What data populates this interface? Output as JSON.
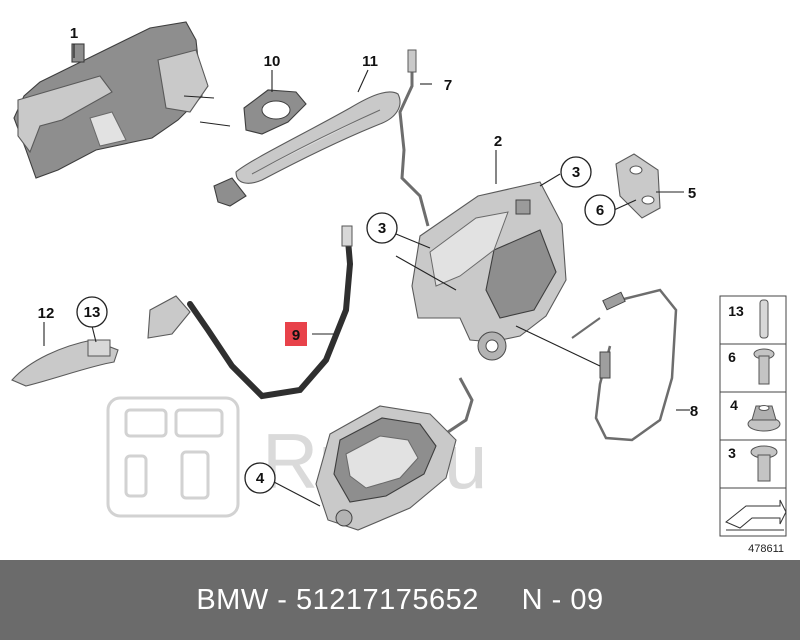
{
  "callouts": [
    {
      "id": "c1",
      "text": "1",
      "style": "plain"
    },
    {
      "id": "c10",
      "text": "10",
      "style": "plain"
    },
    {
      "id": "c11",
      "text": "11",
      "style": "plain"
    },
    {
      "id": "c7",
      "text": "7",
      "style": "plain"
    },
    {
      "id": "c2",
      "text": "2",
      "style": "plain"
    },
    {
      "id": "c3a",
      "text": "3",
      "style": "circled"
    },
    {
      "id": "c5",
      "text": "5",
      "style": "plain"
    },
    {
      "id": "c6",
      "text": "6",
      "style": "circled"
    },
    {
      "id": "c3b",
      "text": "3",
      "style": "circled"
    },
    {
      "id": "c9",
      "text": "9",
      "style": "highlighted"
    },
    {
      "id": "c12",
      "text": "12",
      "style": "plain"
    },
    {
      "id": "c13",
      "text": "13",
      "style": "circled"
    },
    {
      "id": "c8",
      "text": "8",
      "style": "plain"
    },
    {
      "id": "c4",
      "text": "4",
      "style": "circled"
    }
  ],
  "fastener_table": {
    "rows": [
      {
        "number": "13",
        "icon": "pin-icon"
      },
      {
        "number": "6",
        "icon": "torx-screw-icon"
      },
      {
        "number": "4",
        "icon": "flange-nut-icon"
      },
      {
        "number": "3",
        "icon": "torx-bolt-icon"
      }
    ],
    "footer_icon": "arrow-icon"
  },
  "figure_number": "478611",
  "watermark": "Ruli.ru",
  "footer": {
    "brand": "BMW",
    "part_number": "51217175652",
    "position": "N - 09",
    "text": "BMW - 51217175652     N - 09"
  },
  "colors": {
    "highlight": "#e8424a",
    "footer_bg": "#6b6b6b",
    "footer_text": "#ffffff"
  }
}
